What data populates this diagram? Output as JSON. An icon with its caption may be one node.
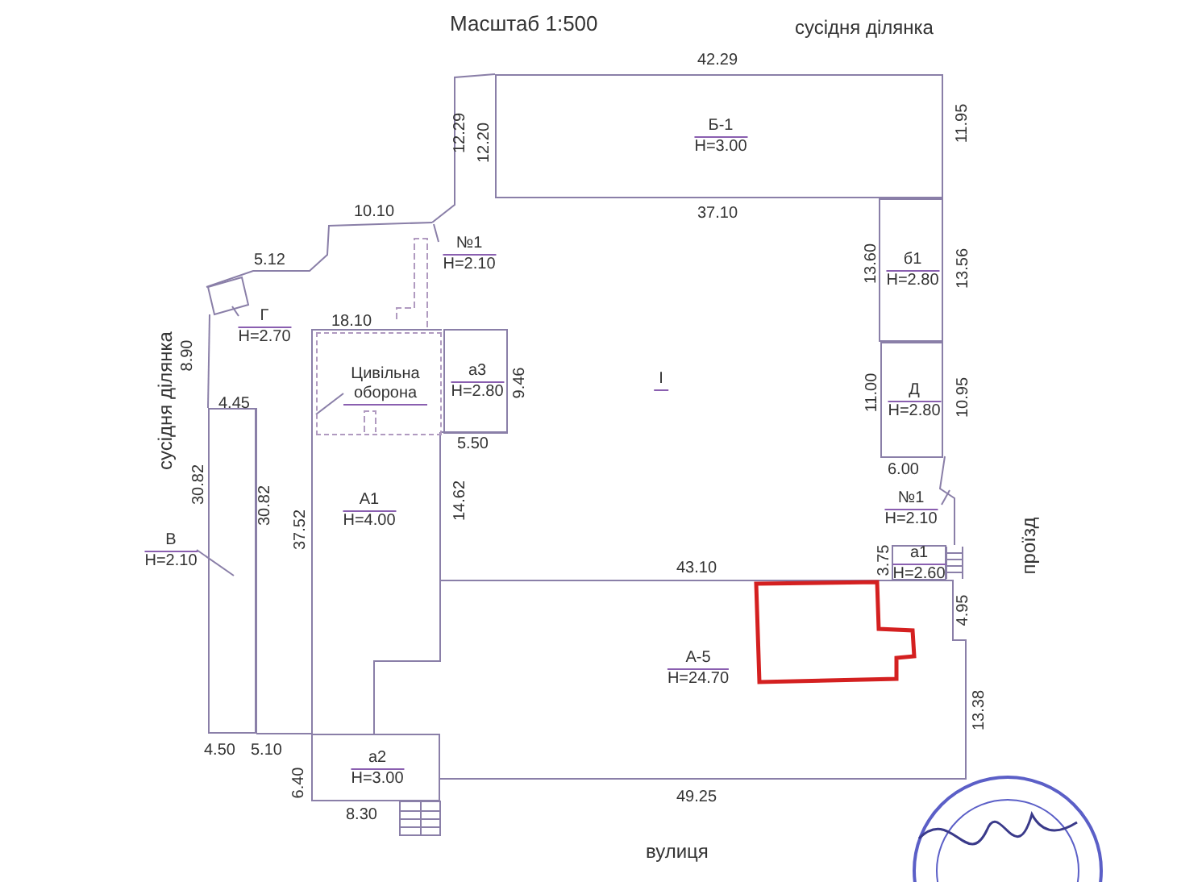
{
  "diagram": {
    "nodes": [
      {
        "text": [
          "Б-1",
          "Н=3.00"
        ]
      },
      {
        "text": [
          "№1",
          "Н=2.10"
        ]
      },
      {
        "text": [],
        "shape": "box"
      },
      {
        "text": [
          "Г",
          "Н=2.70"
        ]
      },
      {
        "text": [
          "А1",
          "Н=4.00"
        ]
      },
      {
        "text": [],
        "shape": "box",
        "in": 4
      },
      {
        "text": [
          "Цивільна оборона"
        ],
        "in": 5
      },
      {
        "text": [
          "а3",
          "Н=2.80"
        ]
      },
      {
        "text": [
          "I"
        ]
      },
      {
        "text": [
          "б1",
          "Н=2.80"
        ]
      },
      {
        "text": [
          "Д",
          "Н=2.80"
        ]
      },
      {
        "text": [],
        "shape": "box"
      },
      {
        "text": [
          "В",
          "Н=2.10"
        ]
      },
      {
        "text": [
          "№1",
          "Н=2.10"
        ]
      },
      {
        "text": [
          "а1",
          "Н=2.60"
        ]
      },
      {
        "text": [
          "А-5",
          "Н=24.70"
        ]
      },
      {
        "text": [],
        "shape": "box",
        "in": 15
      },
      {
        "text": [
          "а2",
          "Н=3.00"
        ]
      }
    ],
    "edges": [
      {
        "from": 1,
        "to": null,
        "arrow": "none"
      },
      {
        "from": 3,
        "to": 2,
        "arrow": "none"
      },
      {
        "from": 6,
        "to": 5,
        "arrow": "none"
      },
      {
        "from": 12,
        "to": 11,
        "arrow": "none"
      },
      {
        "from": 13,
        "to": null,
        "arrow": "none"
      }
    ],
    "labels": [
      "Масштаб 1:500",
      "сусідня ділянка",
      "42.29",
      "11.95",
      "12.29",
      "12.20",
      "37.10",
      "10.10",
      "5.12",
      "13.60",
      "13.56",
      "18.10",
      "8.90",
      "сусідня ділянка",
      "9.46",
      "11.00",
      "10.95",
      "4.45",
      "5.50",
      "6.00",
      "30.82",
      "14.62",
      "30.82",
      "37.52",
      "проїзд",
      "3.75",
      "43.10",
      "4.95",
      "13.38",
      "4.50",
      "5.10",
      "6.40",
      "49.25",
      "8.30",
      "вулиця"
    ]
  }
}
